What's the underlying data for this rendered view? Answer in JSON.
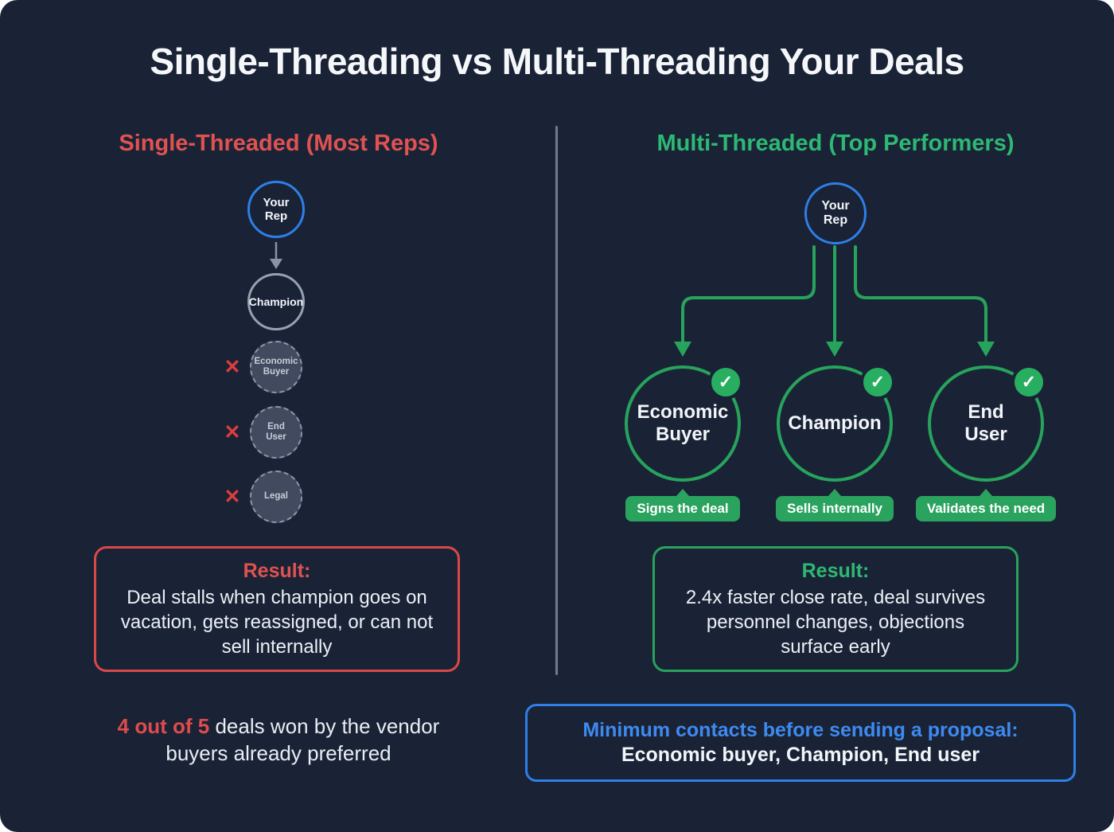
{
  "title": "Single-Threading vs Multi-Threading Your Deals",
  "icons": {
    "cross": "✕",
    "check": "✓"
  },
  "colors": {
    "background": "#1a2336",
    "red_accent": "#e05252",
    "green_accent": "#27a35c",
    "blue_accent": "#2e7fe8",
    "gray_accent": "#97a1b1"
  },
  "left": {
    "heading": "Single-Threaded (Most Reps)",
    "rep": "Your Rep",
    "champion": "Champion",
    "blocked": [
      {
        "label": "Economic Buyer"
      },
      {
        "label": "End User"
      },
      {
        "label": "Legal"
      }
    ],
    "result_label": "Result:",
    "result_text": "Deal stalls when champion goes on vacation, gets reassigned, or can not sell internally",
    "stat_highlight": "4 out of 5",
    "stat_rest": "deals won by the vendor buyers already preferred"
  },
  "right": {
    "heading": "Multi-Threaded (Top Performers)",
    "rep": "Your Rep",
    "contacts": [
      {
        "label": "Economic Buyer",
        "tag": "Signs the deal"
      },
      {
        "label": "Champion",
        "tag": "Sells internally"
      },
      {
        "label": "End User",
        "tag": "Validates the need"
      }
    ],
    "result_label": "Result:",
    "result_text": "2.4x faster close rate, deal survives personnel changes, objections surface early",
    "footer_heading": "Minimum contacts before sending a proposal:",
    "footer_text": "Economic buyer, Champion, End user"
  }
}
